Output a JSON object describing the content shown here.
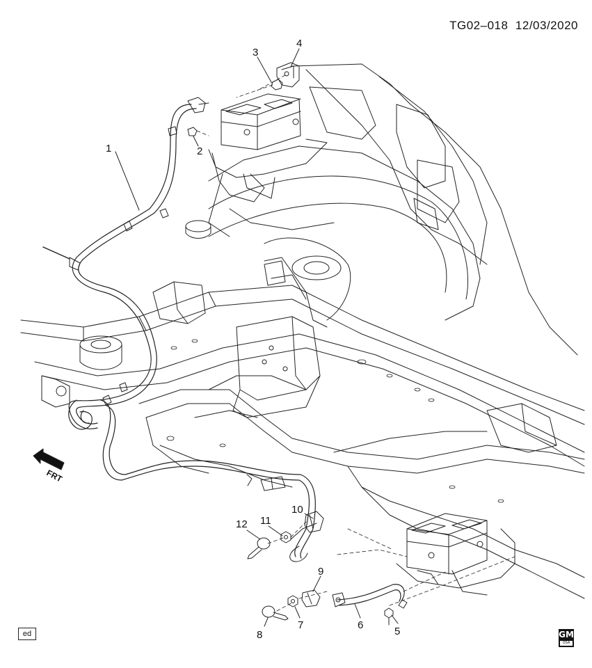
{
  "header": {
    "code": "TG02–018",
    "date": "12/03/2020"
  },
  "footer": {
    "ed_label": "ed",
    "logo_letters": "GM",
    "logo_sub": "OSA"
  },
  "direction": {
    "label": "FRT"
  },
  "callouts": [
    "1",
    "2",
    "3",
    "4",
    "5",
    "6",
    "7",
    "8",
    "9",
    "10",
    "11",
    "12"
  ]
}
